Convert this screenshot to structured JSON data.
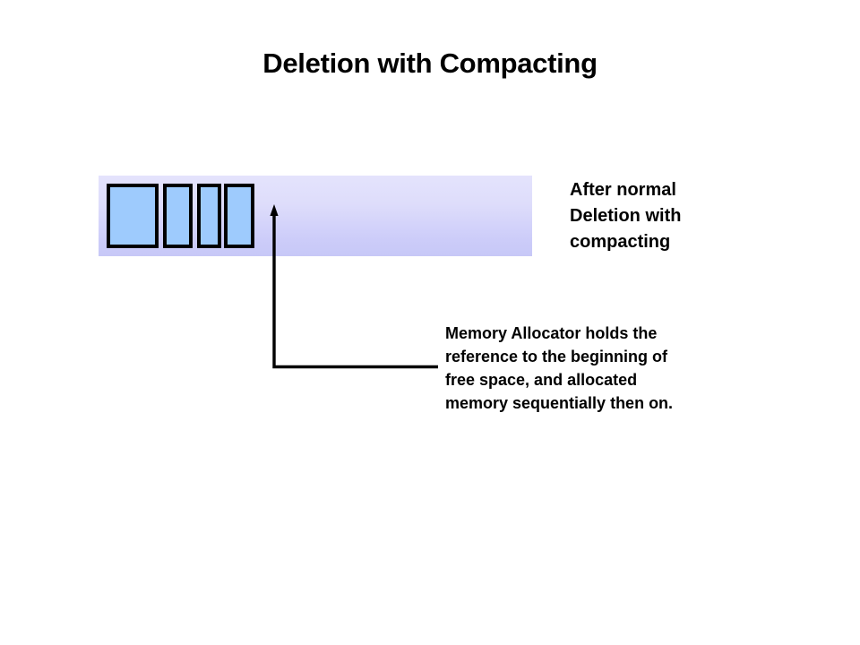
{
  "slide": {
    "title": {
      "normal_part": "Deletion with ",
      "strong_part": "Compacting"
    },
    "memory_bar": {
      "name": "memory-region",
      "fill_top_color": "#e4e3fc",
      "fill_bottom_color": "#c7c8f7",
      "blocks": [
        {
          "label": "",
          "fill_color": "#9ecbfd",
          "border_color": "#000000"
        },
        {
          "label": "",
          "fill_color": "#9ecbfd",
          "border_color": "#000000"
        },
        {
          "label": "",
          "fill_color": "#9ecbfd",
          "border_color": "#000000"
        },
        {
          "label": "",
          "fill_color": "#9ecbfd",
          "border_color": "#000000"
        }
      ]
    },
    "labels": {
      "after_deletion": "After normal\nDeletion with\ncompacting",
      "allocator_note": "Memory Allocator holds the\nreference to the beginning of\nfree space, and allocated\nmemory sequentially then on."
    },
    "leader": {
      "stroke_color": "#000000"
    }
  }
}
